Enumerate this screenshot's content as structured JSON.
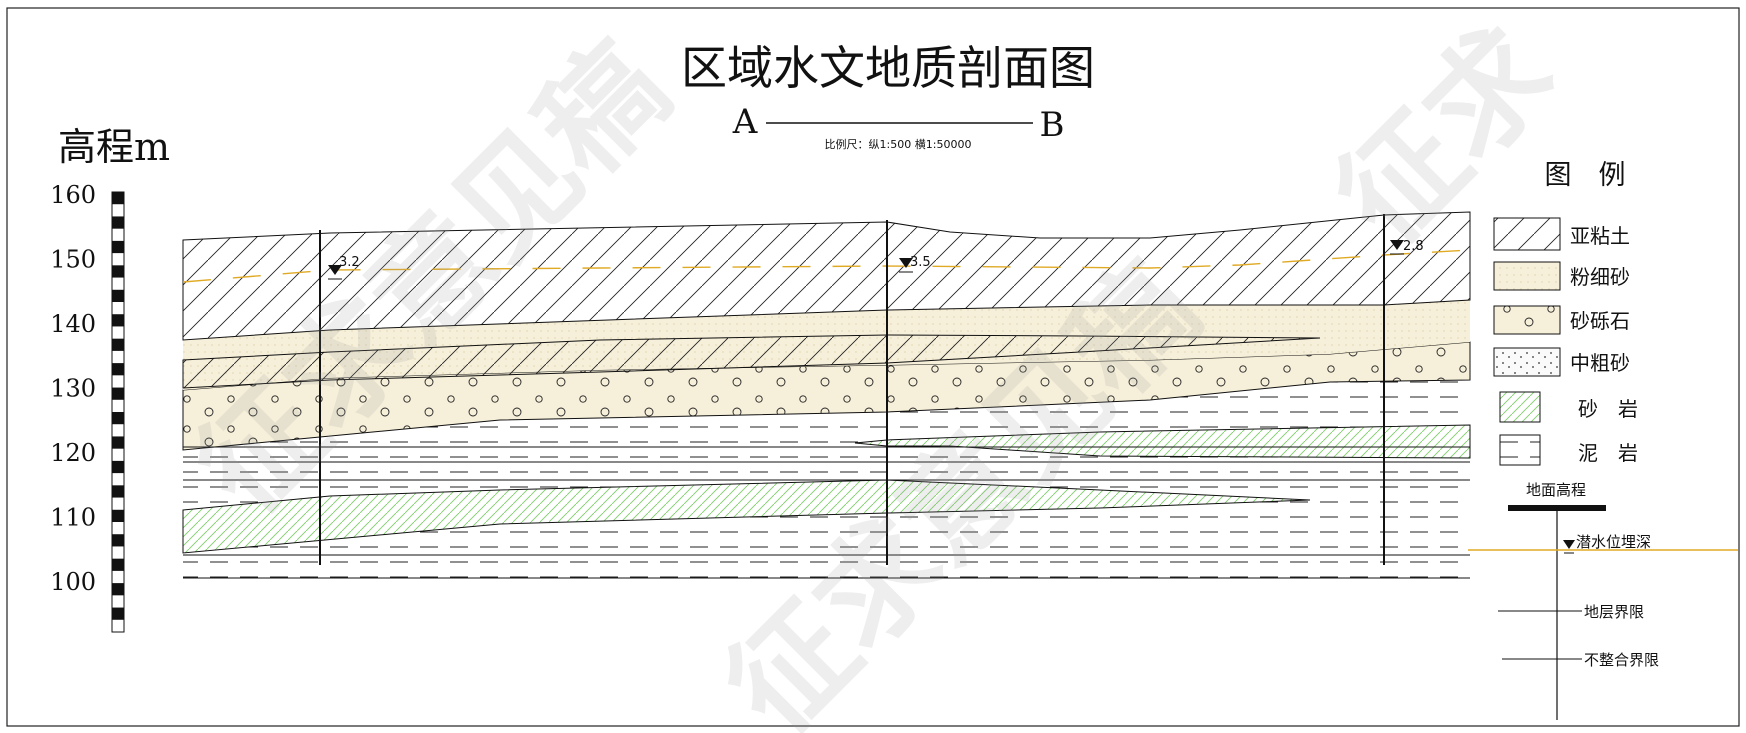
{
  "title": "区域水文地质剖面图",
  "section": {
    "start": "A",
    "end": "B"
  },
  "scale_text": "比例尺：纵1:500   横1:50000",
  "elevation_axis": {
    "label": "高程m",
    "ticks": [
      "160",
      "150",
      "140",
      "130",
      "120",
      "110",
      "100"
    ]
  },
  "wells": [
    {
      "water_depth": "3.2"
    },
    {
      "water_depth": "3.5"
    },
    {
      "water_depth": "2.8"
    }
  ],
  "legend": {
    "title": "图　例",
    "items": [
      {
        "id": "silty-clay",
        "label": "亚粘土"
      },
      {
        "id": "fine-sand",
        "label": "粉细砂"
      },
      {
        "id": "sandy-gravel",
        "label": "砂砾石"
      },
      {
        "id": "coarse-sand",
        "label": "中粗砂"
      },
      {
        "id": "sandstone",
        "label": "砂　岩"
      },
      {
        "id": "mudstone",
        "label": "泥　岩"
      }
    ],
    "symbols": [
      {
        "id": "ground",
        "label": "地面高程"
      },
      {
        "id": "water-table",
        "label": "潜水位埋深"
      },
      {
        "id": "boundary",
        "label": "地层界限"
      },
      {
        "id": "unconformity",
        "label": "不整合界限"
      }
    ]
  },
  "watermark": [
    "征求意见稿",
    "征求意见稿",
    "征求"
  ],
  "colors": {
    "line": "#111111",
    "sand_fill": "#f6efd9",
    "sandstone_hatch": "#7ecf6a",
    "water_line": "#e0aa25"
  }
}
